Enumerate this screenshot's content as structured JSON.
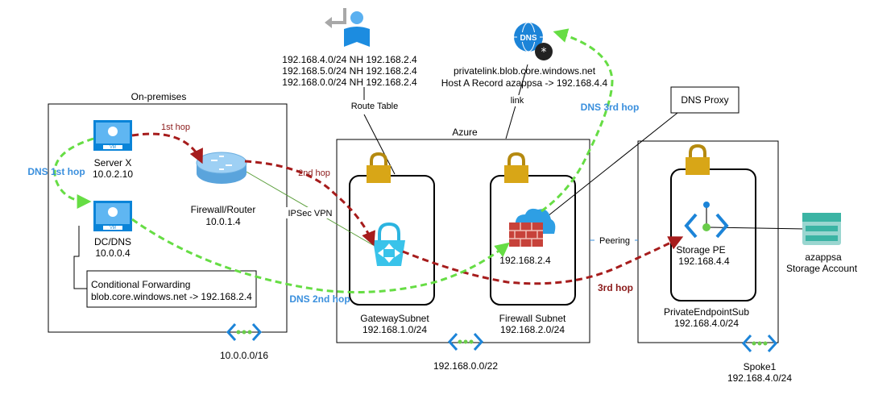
{
  "onprem": {
    "title": "On-premises",
    "server": {
      "name": "Server X",
      "ip": "10.0.2.10",
      "badge": "VM"
    },
    "dc": {
      "name": "DC/DNS",
      "ip": "10.0.0.4",
      "badge": "VM"
    },
    "router": {
      "name": "Firewall/Router",
      "ip": "10.0.1.4"
    },
    "cond_forward": {
      "title": "Conditional Forwarding",
      "rule": "blob.core.windows.net -> 192.168.2.4"
    },
    "vnet_cidr": "10.0.0.0/16"
  },
  "route_table": {
    "routes": [
      "192.168.4.0/24 NH 192.168.2.4",
      "192.168.5.0/24 NH 192.168.2.4",
      "192.168.0.0/24 NH 192.168.2.4"
    ],
    "label": "Route Table"
  },
  "dns_zone": {
    "icon_text": "DNS",
    "zone": "privatelink.blob.core.windows.net",
    "record": "Host A Record azappsa -> 192.168.4.4",
    "link_label": "link"
  },
  "azure": {
    "title": "Azure",
    "gateway_subnet": {
      "name": "GatewaySubnet",
      "cidr": "192.168.1.0/24"
    },
    "firewall_subnet": {
      "name": "Firewall Subnet",
      "cidr": "192.168.2.0/24",
      "ip": "192.168.2.4"
    },
    "vnet_cidr": "192.168.0.0/22",
    "ipsec_label": "IPSec VPN"
  },
  "dns_proxy": {
    "label": "DNS Proxy"
  },
  "peering": {
    "label": "Peering"
  },
  "spoke": {
    "name": "Spoke1",
    "cidr": "192.168.4.0/24",
    "pe_subnet": {
      "name": "PrivateEndpointSub",
      "cidr": "192.168.4.0/24"
    },
    "storage_pe": {
      "name": "Storage PE",
      "ip": "192.168.4.4"
    }
  },
  "storage": {
    "name": "azappsa",
    "type": "Storage Account"
  },
  "hops": {
    "first": "1st hop",
    "second": "2nd hop",
    "third": "3rd hop",
    "dns1": "DNS 1st hop",
    "dns2": "DNS 2nd hop",
    "dns3": "DNS 3rd hop"
  },
  "colors": {
    "azure_blue": "#0078d4",
    "lock_gold": "#c69c20",
    "red_path": "#a61c1c",
    "green_path": "#66dd44",
    "hop_blue": "#3a8fdd"
  }
}
